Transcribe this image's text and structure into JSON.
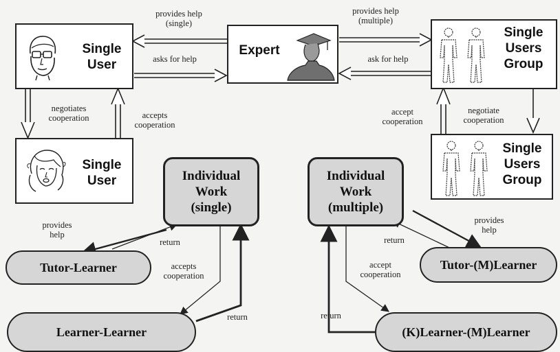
{
  "nodes": {
    "single_user_top": "Single\nUser",
    "expert": "Expert",
    "group_top": "Single\nUsers\nGroup",
    "single_user_bottom": "Single\nUser",
    "group_bottom": "Single\nUsers\nGroup",
    "work_single": "Individual\nWork\n(single)",
    "work_multiple": "Individual\nWork\n(multiple)",
    "tutor_learner": "Tutor-Learner",
    "learner_learner": "Learner-Learner",
    "tutor_mlearner": "Tutor-(M)Learner",
    "klearner_mlearner": "(K)Learner-(M)Learner"
  },
  "edges": {
    "provides_help_single": "provides help\n(single)",
    "asks_for_help": "asks for help",
    "provides_help_multiple": "provides help\n(multiple)",
    "ask_for_help": "ask for help",
    "negotiates_cooperation": "negotiates\ncooperation",
    "accepts_cooperation_top": "accepts\ncooperation",
    "accept_cooperation_right": "accept\ncooperation",
    "negotiate_cooperation": "negotiate\ncooperation",
    "provides_help_left": "provides\nhelp",
    "return_left_1": "return",
    "accepts_cooperation_bottom": "accepts\ncooperation",
    "return_left_2": "return",
    "provides_help_right": "provides\nhelp",
    "return_right_1": "return",
    "accept_cooperation_bottom": "accept\ncooperation",
    "return_right_2": "return"
  },
  "icons": [
    "man-face-icon",
    "graduate-icon",
    "people-pair-icon",
    "woman-face-icon",
    "people-pair-icon"
  ]
}
